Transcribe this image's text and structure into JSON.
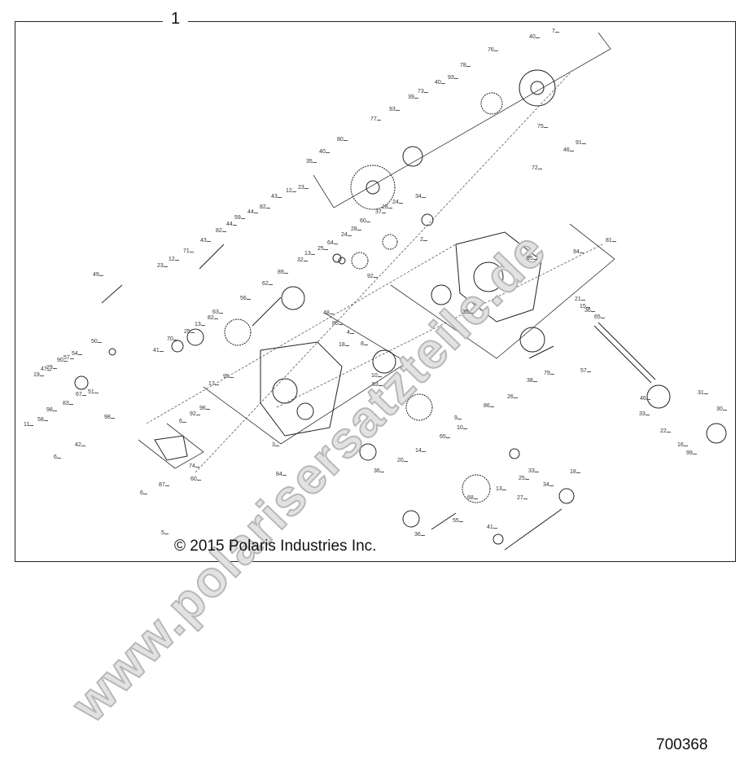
{
  "diagram": {
    "reference_number": "1",
    "copyright": "© 2015 Polaris Industries Inc.",
    "part_number": "700368",
    "watermark": "www.polarisersatzteile.de",
    "callouts": [
      "7",
      "40",
      "76",
      "78",
      "93",
      "40",
      "73",
      "39",
      "93",
      "77",
      "75",
      "80",
      "40",
      "35",
      "91",
      "46",
      "72",
      "23",
      "12",
      "43",
      "34",
      "24",
      "28",
      "37",
      "60",
      "82",
      "44",
      "59",
      "44",
      "82",
      "28",
      "24",
      "43",
      "71",
      "12",
      "23",
      "64",
      "25",
      "13",
      "32",
      "89",
      "62",
      "2",
      "81",
      "94",
      "95",
      "49",
      "92",
      "48",
      "85",
      "56",
      "4",
      "35",
      "21",
      "15",
      "36",
      "65",
      "63",
      "82",
      "13",
      "25",
      "8",
      "70",
      "18",
      "41",
      "50",
      "54",
      "57",
      "90",
      "29",
      "47",
      "19",
      "10",
      "53",
      "79",
      "57",
      "38",
      "26",
      "86",
      "95",
      "17",
      "67",
      "51",
      "83",
      "98",
      "96",
      "92",
      "98",
      "58",
      "11",
      "6",
      "46",
      "31",
      "33",
      "30",
      "9",
      "10",
      "65",
      "22",
      "16",
      "99",
      "42",
      "3",
      "14",
      "20",
      "74",
      "60",
      "84",
      "33",
      "25",
      "18",
      "6",
      "87",
      "36",
      "13",
      "6",
      "34",
      "68",
      "27",
      "55",
      "5",
      "36",
      "41"
    ]
  }
}
